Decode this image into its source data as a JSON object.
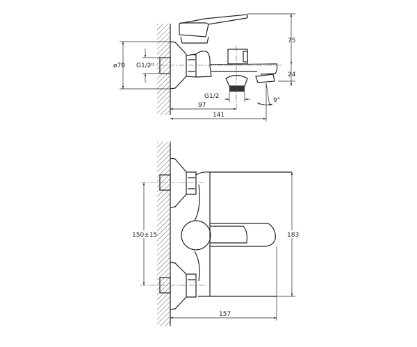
{
  "side_view": {
    "flange_diameter": "ø70",
    "inlet_thread": "G1/2\"",
    "height_above_spout": "75",
    "outlet_drop": "24",
    "outlet_thread": "G1/2",
    "diverter_offset": "97",
    "spout_reach": "141",
    "spout_angle": "9°"
  },
  "front_view": {
    "inlet_spacing": "150±15",
    "total_height": "183",
    "projection": "157"
  }
}
